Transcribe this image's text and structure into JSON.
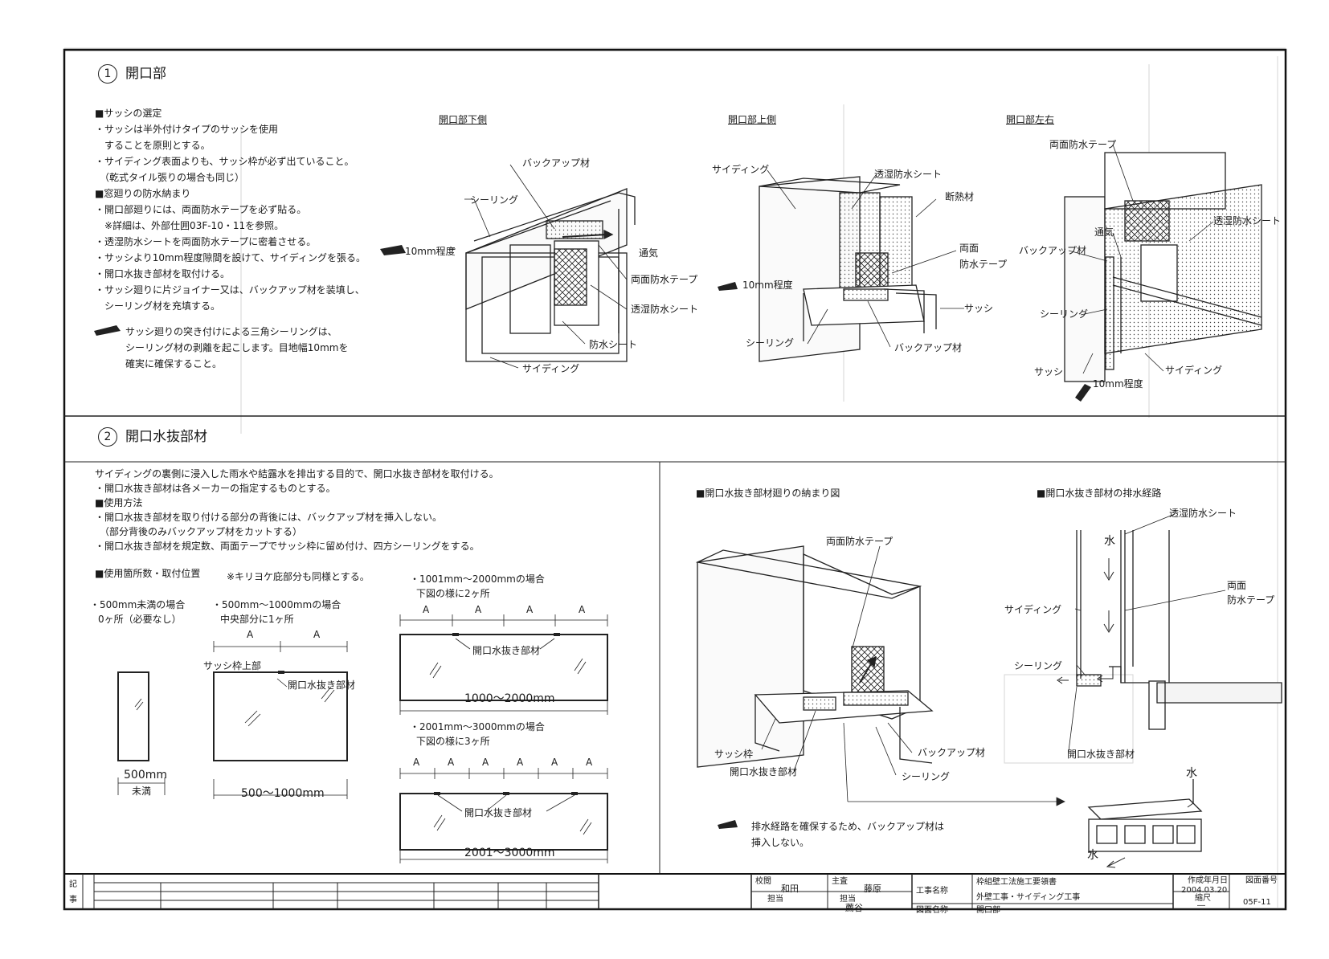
{
  "section1": {
    "number": "1",
    "title": "開口部",
    "notes": [
      "■サッシの選定",
      "・サッシは半外付けタイプのサッシを使用",
      "　することを原則とする。",
      "・サイディング表面よりも、サッシ枠が必ず出ていること。",
      "　（乾式タイル張りの場合も同じ）",
      "■窓廻りの防水納まり",
      "・開口部廻りには、両面防水テープを必ず貼る。",
      "　※詳細は、外部仕囲03F-10・11を参照。",
      "・透湿防水シートを両面防水テープに密着させる。",
      "・サッシより10mm程度隙間を設けて、サイディングを張る。",
      "・開口水抜き部材を取付ける。",
      "・サッシ廻りに片ジョイナー又は、バックアップ材を装填し、",
      "　シーリング材を充填する。"
    ],
    "warning": [
      "サッシ廻りの突き付けによる三角シーリングは、",
      "シーリング材の剥離を起こします。目地幅10mmを",
      "確実に確保すること。"
    ],
    "lower": {
      "title": "開口部下側",
      "labels": [
        "バックアップ材",
        "シーリング",
        "10mm程度",
        "通気",
        "両面防水テープ",
        "透湿防水シート",
        "防水シート",
        "サイディング"
      ]
    },
    "upper": {
      "title": "開口部上側",
      "labels": [
        "サイディング",
        "透湿防水シート",
        "断熱材",
        "両面",
        "防水テープ",
        "10mm程度",
        "サッシ",
        "シーリング",
        "バックアップ材"
      ]
    },
    "side": {
      "title": "開口部左右",
      "labels": [
        "両面防水テープ",
        "透湿防水シート",
        "通気",
        "バックアップ材",
        "シーリング",
        "サッシ",
        "サイディング",
        "10mm程度"
      ]
    }
  },
  "section2": {
    "number": "2",
    "title": "開口水抜部材",
    "notes": [
      "サイディングの裏側に浸入した雨水や結露水を排出する目的で、開口水抜き部材を取付ける。",
      "・開口水抜き部材は各メーカーの指定するものとする。",
      "■使用方法",
      "・開口水抜き部材を取り付ける部分の背後には、バックアップ材を挿入しない。",
      "　（部分背後のみバックアップ材をカットする）",
      "・開口水抜き部材を規定数、両面テープでサッシ枠に留め付け、四方シーリングをする。"
    ],
    "count_title": "■使用箇所数・取付位置",
    "count_note": "※キリヨケ庇部分も同様とする。",
    "case1": {
      "title": "・500mm未満の場合",
      "sub": "0ヶ所（必要なし）",
      "dim1": "500mm",
      "dim2": "未満"
    },
    "case2": {
      "title": "・500mm～1000mmの場合",
      "sub": "中央部分に1ヶ所",
      "top_label": "サッシ枠上部",
      "part": "開口水抜き部材",
      "dim": "500～1000mm",
      "a": "A"
    },
    "case3": {
      "title": "・1001mm～2000mmの場合",
      "sub": "下図の様に2ヶ所",
      "part": "開口水抜き部材",
      "dim": "1000～2000mm",
      "a": "A"
    },
    "case4": {
      "title": "・2001mm～3000mmの場合",
      "sub": "下図の様に3ヶ所",
      "part": "開口水抜き部材",
      "dim": "2001～3000mm",
      "a": "A"
    },
    "detail": {
      "title": "■開口水抜き部材廻りの納まり図",
      "labels": [
        "両面防水テープ",
        "サッシ枠",
        "開口水抜き部材",
        "バックアップ材",
        "シーリング"
      ],
      "warning": [
        "排水経路を確保するため、バックアップ材は",
        "挿入しない。"
      ]
    },
    "drain": {
      "title": "■開口水抜き部材の排水経路",
      "labels": [
        "透湿防水シート",
        "両面",
        "防水テープ",
        "サイディング",
        "シーリング",
        "開口水抜き部材"
      ],
      "water": "水"
    }
  },
  "titleblock": {
    "remarks": "記",
    "remarks2": "事",
    "checked_label": "校閲",
    "checked_name": "和田",
    "chief_label": "主査",
    "chief_name": "藤原",
    "staff_label": "担当",
    "staff_label2": "担当",
    "staff_name": "薦谷",
    "project_label": "工事名称",
    "project_line1": "枠組壁工法施工要領書",
    "project_line2": "外壁工事・サイディング工事",
    "drawing_label": "図面名称",
    "drawing_name": "開口部",
    "date_label": "作成年月日",
    "date": "2004.03.20",
    "scale_label": "縮尺",
    "scale": "―",
    "number_label": "図面番号",
    "number": "05F-11"
  }
}
